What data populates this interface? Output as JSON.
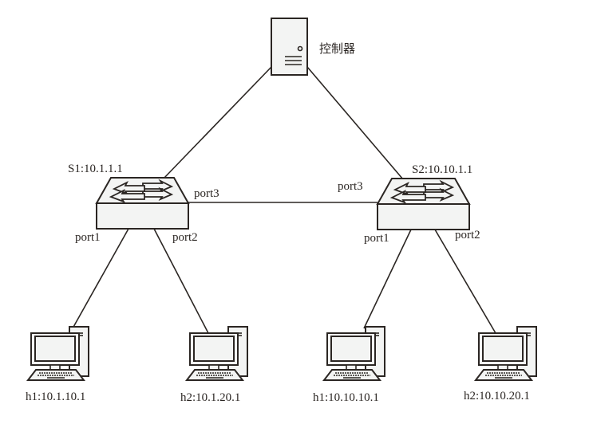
{
  "diagram": {
    "type": "network-topology",
    "controller": {
      "label": "控制器",
      "icon": "server-icon"
    },
    "switches": [
      {
        "id": "S1",
        "label": "S1:10.1.1.1",
        "icon": "switch-icon",
        "ports": {
          "port1": "port1",
          "port2": "port2",
          "port3": "port3"
        }
      },
      {
        "id": "S2",
        "label": "S2:10.10.1.1",
        "icon": "switch-icon",
        "ports": {
          "port1": "port1",
          "port2": "port2",
          "port3": "port3"
        }
      }
    ],
    "hosts": [
      {
        "id": "h1-s1",
        "label": "h1:10.1.10.1",
        "switch": "S1",
        "port": "port1",
        "icon": "computer-icon"
      },
      {
        "id": "h2-s1",
        "label": "h2:10.1.20.1",
        "switch": "S1",
        "port": "port2",
        "icon": "computer-icon"
      },
      {
        "id": "h1-s2",
        "label": "h1:10.10.10.1",
        "switch": "S2",
        "port": "port1",
        "icon": "computer-icon"
      },
      {
        "id": "h2-s2",
        "label": "h2:10.10.20.1",
        "switch": "S2",
        "port": "port2",
        "icon": "computer-icon"
      }
    ],
    "links": [
      {
        "from": "controller",
        "to": "S1"
      },
      {
        "from": "controller",
        "to": "S2"
      },
      {
        "from": "S1:port3",
        "to": "S2:port3"
      },
      {
        "from": "S1:port1",
        "to": "h1-s1"
      },
      {
        "from": "S1:port2",
        "to": "h2-s1"
      },
      {
        "from": "S2:port1",
        "to": "h1-s2"
      },
      {
        "from": "S2:port2",
        "to": "h2-s2"
      }
    ],
    "colors": {
      "line": "#2b2623",
      "device_fill": "#f3f4f3"
    }
  }
}
